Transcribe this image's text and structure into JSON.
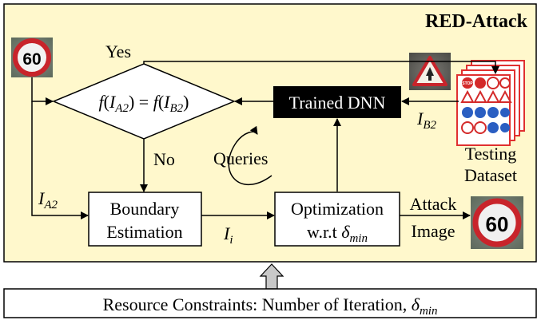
{
  "diagram": {
    "title": "RED-Attack",
    "colors": {
      "panel_bg": "#fff8cc",
      "panel_border": "#000000",
      "dnn_bg": "#000000",
      "arrow_up": "#c8c8c8"
    },
    "nodes": {
      "decision": {
        "lhs": "f",
        "arg1": "I",
        "sub1": "A2",
        "eq": "=",
        "arg2": "I",
        "sub2": "B2"
      },
      "dnn": {
        "label": "Trained DNN"
      },
      "boundary": {
        "line1": "Boundary",
        "line2": "Estimation"
      },
      "optimization": {
        "line1": "Optimization",
        "line2_prefix": "w.r.t ",
        "delta": "δ",
        "delta_sub": "min"
      },
      "testing": {
        "line1": "Testing",
        "line2": "Dataset"
      },
      "constraints": {
        "prefix": "Resource Constraints: Number of Iteration, ",
        "delta": "δ",
        "delta_sub": "min"
      }
    },
    "edge_labels": {
      "yes": "Yes",
      "no": "No",
      "queries": "Queries",
      "ia2_main": "I",
      "ia2_sub": "A2",
      "ib2_main": "I",
      "ib2_sub": "B2",
      "ii_main": "I",
      "ii_sub": "i",
      "attack_line1": "Attack",
      "attack_line2": "Image"
    },
    "images": {
      "input_sign": {
        "text": "60",
        "icon": "speed-limit-sign-icon"
      },
      "output_sign": {
        "text": "60",
        "icon": "speed-limit-sign-icon"
      },
      "warning_sign": {
        "icon": "warning-triangle-sign-icon"
      },
      "stop_sign": {
        "text": "STOP",
        "icon": "stop-sign-icon"
      }
    }
  }
}
